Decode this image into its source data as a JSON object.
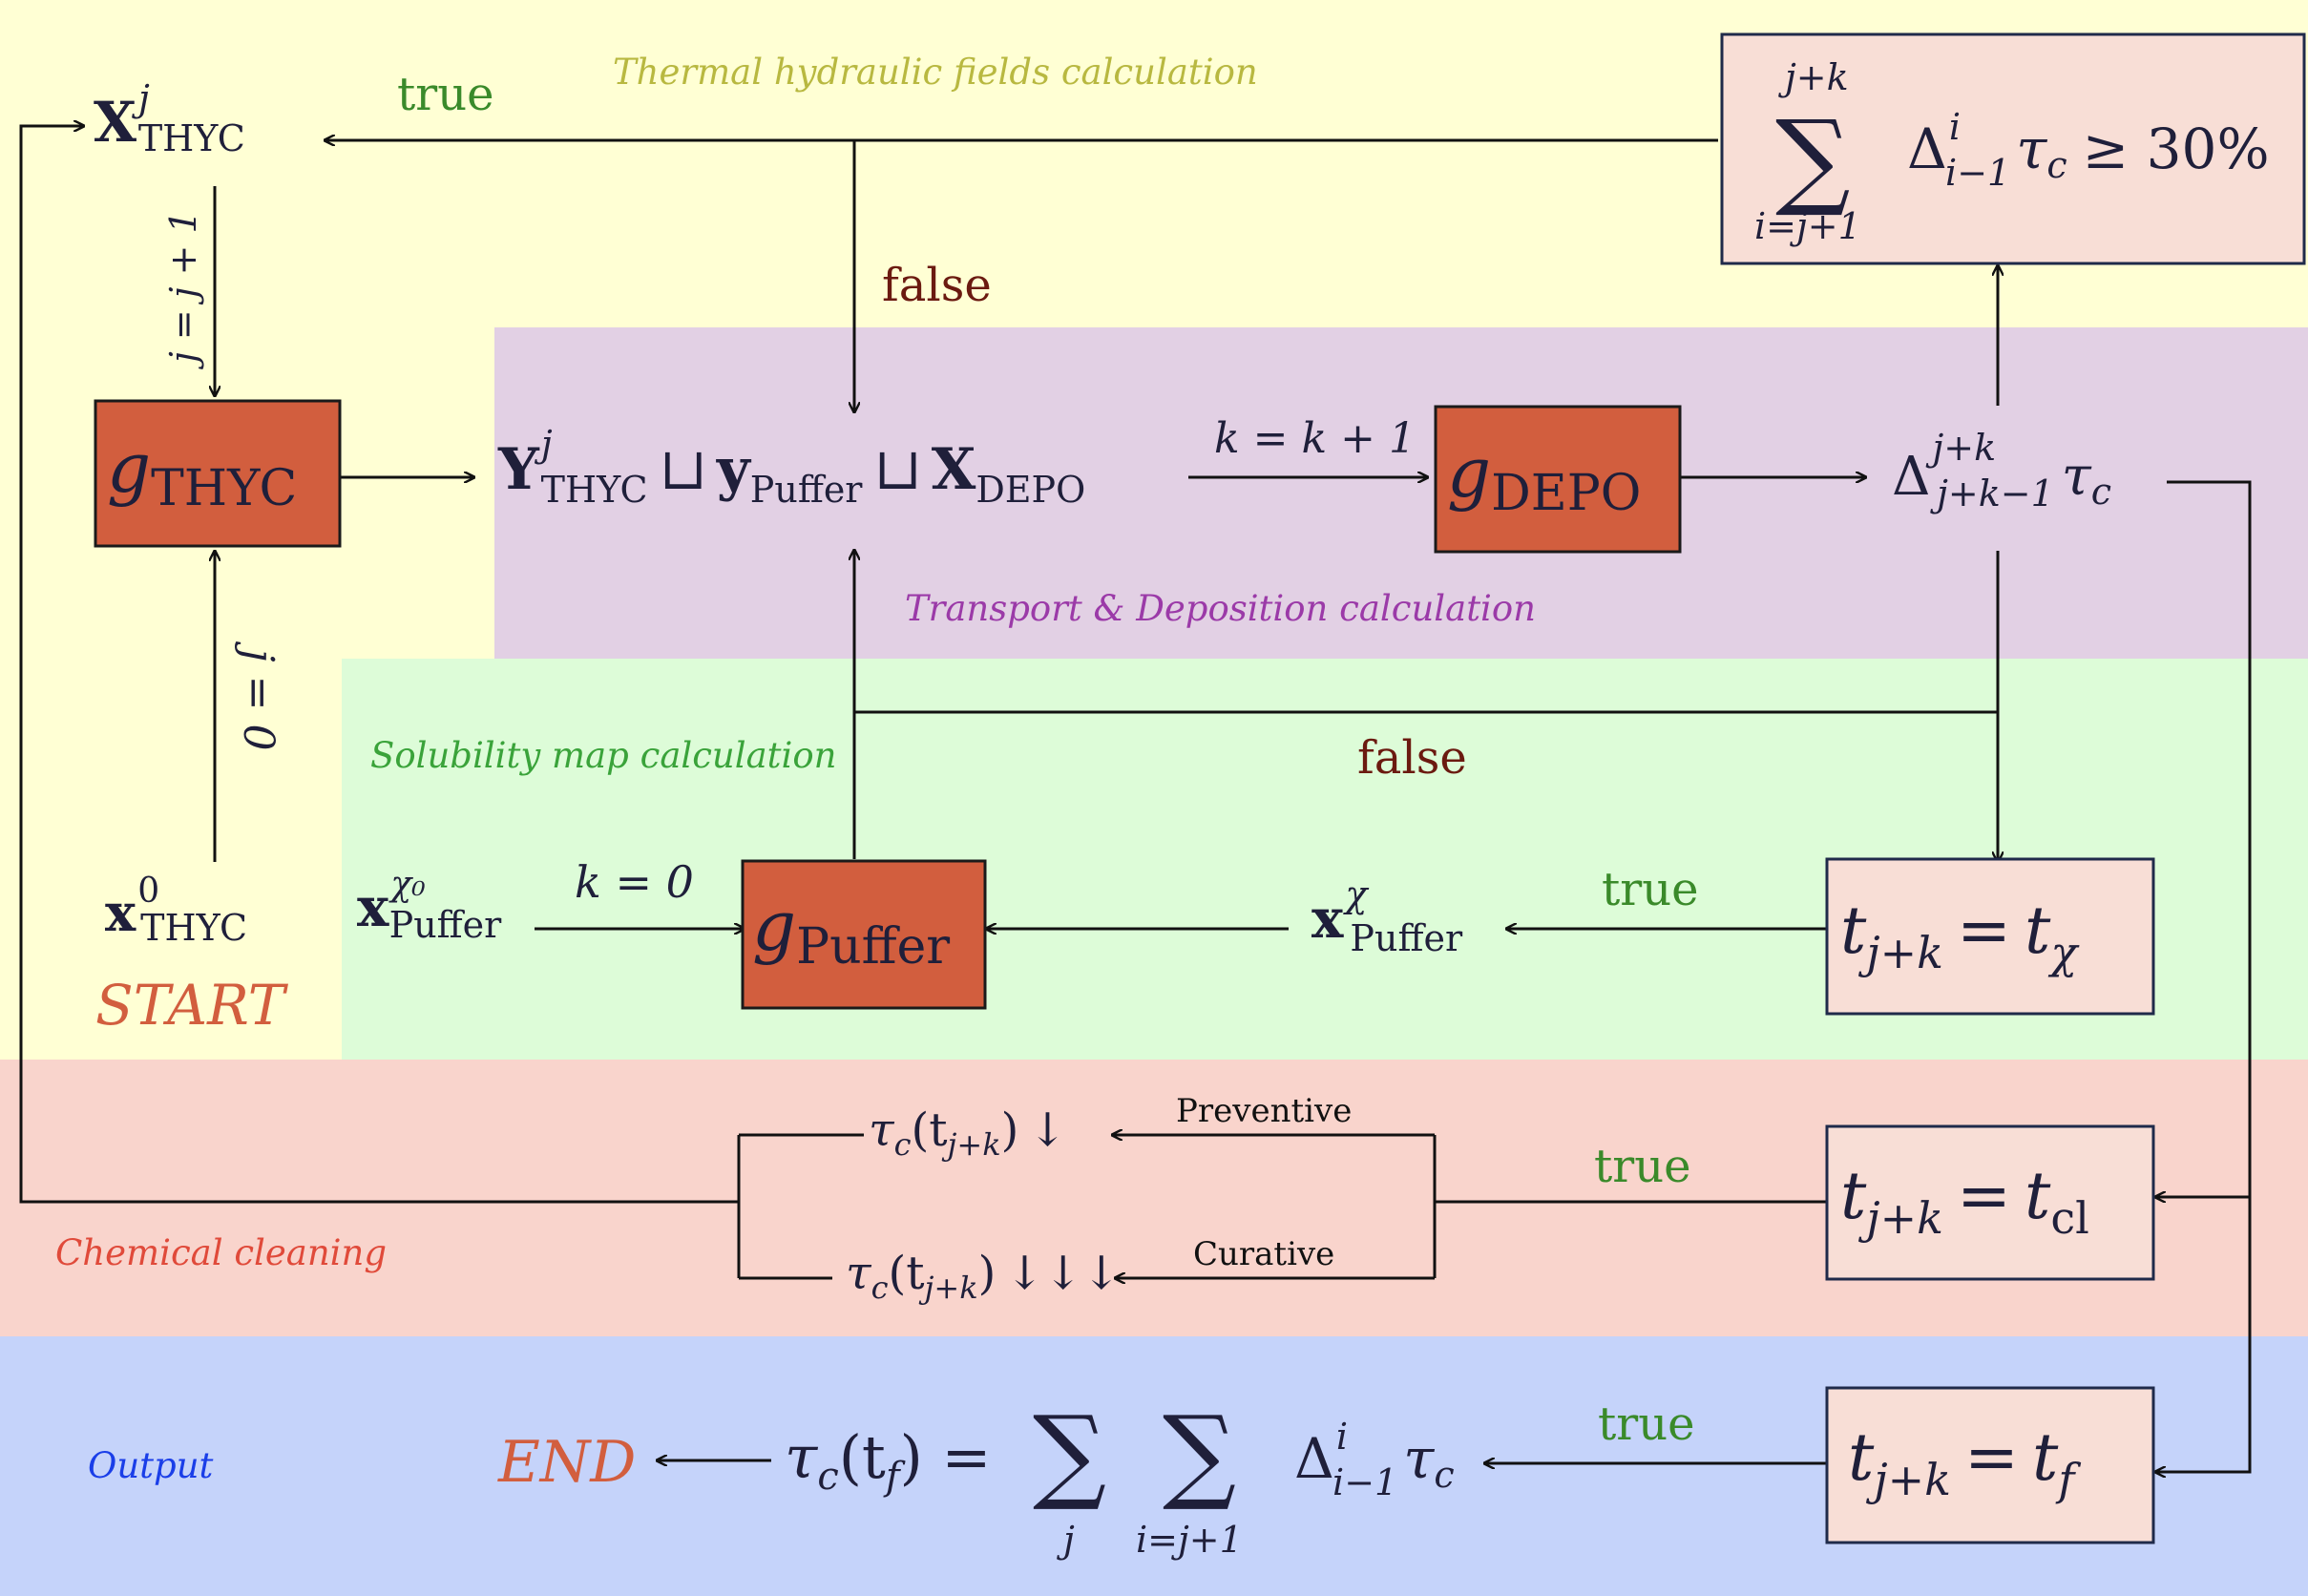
{
  "regions": {
    "thermal": {
      "label": "Thermal hydraulic fields calculation",
      "color": "#ffffd4",
      "label_color": "#b8b840"
    },
    "transport": {
      "label": "Transport & Deposition calculation",
      "color": "#e2d0e4",
      "label_color": "#9b3aa8"
    },
    "solubility": {
      "label": "Solubility map calculation",
      "color": "#ddfcd8",
      "label_color": "#3aa33a"
    },
    "cleaning": {
      "label": "Chemical cleaning",
      "color": "#f9d4cc",
      "label_color": "#e04a3a"
    },
    "output": {
      "label": "Output",
      "color": "#c5d3fa",
      "label_color": "#1a3ee8"
    }
  },
  "colors": {
    "true_label": "#3a8a2a",
    "false_label": "#6b1a10",
    "start_end": "#d25e3e",
    "operator_box": "#d25e3e",
    "condition_box": "#f8ded6"
  },
  "labels": {
    "true": "true",
    "false": "false",
    "start": "START",
    "end": "END",
    "preventive": "Preventive",
    "curative": "Curative"
  },
  "math": {
    "x_thyc_j": {
      "base": "X",
      "sup": "j",
      "sub": "THYC"
    },
    "x_thyc_0": {
      "base": "x",
      "sup": "0",
      "sub": "THYC"
    },
    "j_incr": "j = j + 1",
    "j_init": "j = 0",
    "k_incr": "k = k + 1",
    "k_init": "k = 0",
    "g_thyc": {
      "base": "g",
      "sub": "THYC"
    },
    "g_depo": {
      "base": "g",
      "sub": "DEPO"
    },
    "g_puffer": {
      "base": "g",
      "sub": "Puffer"
    },
    "union_expr": {
      "Y": {
        "base": "Y",
        "sup": "j",
        "sub": "THYC"
      },
      "op": "⊔",
      "y": {
        "base": "y",
        "sub": "Puffer"
      },
      "X": {
        "base": "X",
        "sub": "DEPO"
      }
    },
    "sum_condition": {
      "upper": "j+k",
      "lower": "i=j+1",
      "body": "Δ",
      "body_sup": "i",
      "body_sub": "i−1",
      "tail": "τ",
      "tail_sub": "c",
      "rel": "≥ 30%"
    },
    "delta_term": {
      "base": "Δ",
      "sup": "j+k",
      "sub": "j+k−1",
      "tail": "τ",
      "tail_sub": "c"
    },
    "x_puffer_chi0": {
      "base": "x",
      "sup": "χ₀",
      "sub": "Puffer"
    },
    "x_puffer_chi": {
      "base": "x",
      "sup": "χ",
      "sub": "Puffer"
    },
    "t_chi": {
      "lhs": "t",
      "lhs_sub": "j+k",
      "rhs": "t",
      "rhs_sub": "χ"
    },
    "t_cl": {
      "lhs": "t",
      "lhs_sub": "j+k",
      "rhs": "t",
      "rhs_sub": "cl"
    },
    "t_f": {
      "lhs": "t",
      "lhs_sub": "j+k",
      "rhs": "t",
      "rhs_sub": "f"
    },
    "tau_preventive": {
      "text": "τ",
      "sub": "c",
      "arg": "(t",
      "arg_sub": "j+k",
      "close": ")",
      "arrows": "↓"
    },
    "tau_curative": {
      "text": "τ",
      "sub": "c",
      "arg": "(t",
      "arg_sub": "j+k",
      "close": ")",
      "arrows": "↓↓↓"
    },
    "output_formula": {
      "lhs": "τ",
      "lhs_sub": "c",
      "arg": "(t",
      "arg_sub": "f",
      "close": ") =",
      "sum1_lower": "j",
      "sum2_lower": "i=j+1",
      "body": "Δ",
      "body_sup": "i",
      "body_sub": "i−1",
      "tail": "τ",
      "tail_sub": "c"
    }
  }
}
